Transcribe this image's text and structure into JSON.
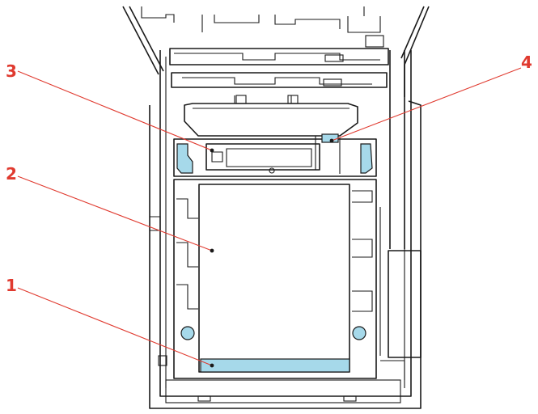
{
  "colors": {
    "callout": "#e03a2f",
    "highlight": "#a6d9ea",
    "outline": "#1a1a1a"
  },
  "callouts": [
    {
      "id": "c1",
      "label": "1"
    },
    {
      "id": "c2",
      "label": "2"
    },
    {
      "id": "c3",
      "label": "3"
    },
    {
      "id": "c4",
      "label": "4"
    }
  ]
}
